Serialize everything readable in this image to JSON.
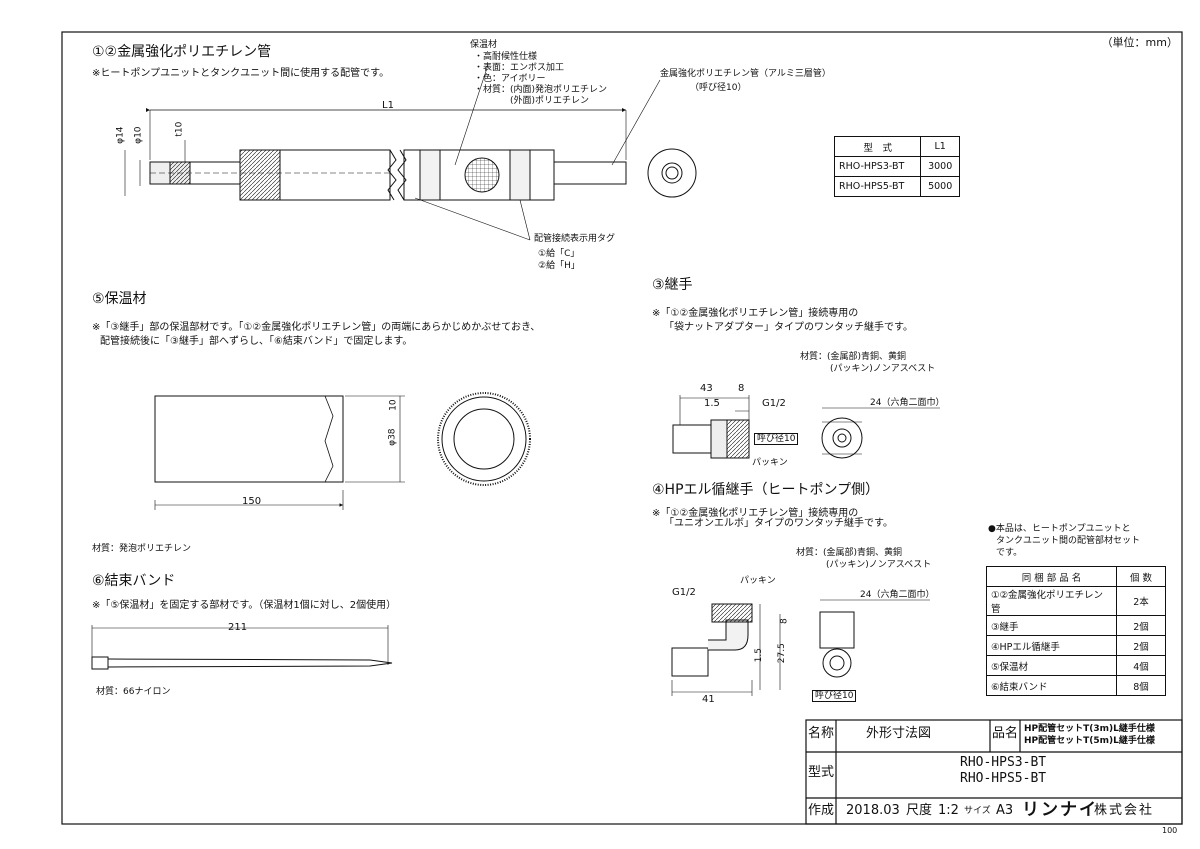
{
  "unit": "（単位：mm）",
  "sec1": {
    "title": "①②金属強化ポリエチレン管",
    "note": "※ヒートポンプユニットとタンクユニット間に使用する配管です。",
    "dim_L1": "L1",
    "dim_d14": "φ14",
    "dim_d10": "φ10",
    "dim_t10": "t10",
    "insulation_title": "保温材",
    "insulation_lines": [
      "・高耐候性仕様",
      "・表面：エンボス加工",
      "・色：アイボリー",
      "・材質：(内面)発泡ポリエチレン",
      "　　　　(外面)ポリエチレン"
    ],
    "pipe_label": "金属強化ポリエチレン管（アルミ三層管）",
    "pipe_size": "（呼び径10）",
    "tag_label": "配管接続表示用タグ",
    "tag_c": "①給「C」",
    "tag_h": "②給「H」"
  },
  "spec_table": {
    "headers": [
      "型　式",
      "L1"
    ],
    "rows": [
      [
        "RHO-HPS3-BT",
        "3000"
      ],
      [
        "RHO-HPS5-BT",
        "5000"
      ]
    ]
  },
  "sec5": {
    "title": "⑤保温材",
    "note1": "※「③継手」部の保温部材です。「①②金属強化ポリエチレン管」の両端にあらかじめかぶせておき、",
    "note2": "配管接続後に「③継手」部へずらし、「⑥結束バンド」で固定します。",
    "dim_150": "150",
    "dim_10": "10",
    "dim_38": "φ38",
    "material": "材質：発泡ポリエチレン"
  },
  "sec6": {
    "title": "⑥結束バンド",
    "note": "※「⑤保温材」を固定する部材です。（保温材1個に対し、2個使用）",
    "dim_211": "211",
    "material": "材質：66ナイロン"
  },
  "sec3": {
    "title": "③継手",
    "note1": "※「①②金属強化ポリエチレン管」接続専用の",
    "note2": "「袋ナットアダプター」タイプのワンタッチ継手です。",
    "mat1": "材質：(金属部)青銅、黄銅",
    "mat2": "(パッキン)ノンアスベスト",
    "dim_43": "43",
    "dim_8": "8",
    "dim_15": "1.5",
    "g12": "G1/2",
    "nominal": "呼び径10",
    "packing": "パッキン",
    "hex": "24（六角二面巾）"
  },
  "sec4": {
    "title": "④HPエル循継手（ヒートポンプ側）",
    "note1": "※「①②金属強化ポリエチレン管」接続専用の",
    "note2": "「ユニオンエルボ」タイプのワンタッチ継手です。",
    "mat1": "材質：(金属部)青銅、黄銅",
    "mat2": "(パッキン)ノンアスベスト",
    "g12": "G1/2",
    "packing": "パッキン",
    "dim_8": "8",
    "dim_15": "1.5",
    "dim_275": "27.5",
    "dim_41": "41",
    "hex": "24（六角二面巾）",
    "nominal": "呼び径10"
  },
  "set_note": [
    "●本品は、ヒートポンプユニットと",
    "タンクユニット間の配管部材セット",
    "です。"
  ],
  "parts": {
    "headers": [
      "同 梱 部 品 名",
      "個 数"
    ],
    "rows": [
      [
        "①②金属強化ポリエチレン管",
        "2本"
      ],
      [
        "③継手",
        "2個"
      ],
      [
        "④HPエル循継手",
        "2個"
      ],
      [
        "⑤保温材",
        "4個"
      ],
      [
        "⑥結束バンド",
        "8個"
      ]
    ]
  },
  "title_block": {
    "name_label": "名称",
    "name_value": "外形寸法図",
    "product_label": "品名",
    "product_lines": [
      "HP配管セットT(3m)L継手仕様",
      "HP配管セットT(5m)L継手仕様"
    ],
    "model_label": "型式",
    "model_lines": [
      "RHO-HPS3-BT",
      "RHO-HPS5-BT"
    ],
    "made_label": "作成",
    "date": "2018.03",
    "scale_label": "尺度",
    "scale": "1:2",
    "size_label": "サイズ",
    "size": "A3",
    "brand": "リンナイ",
    "company": "株式会社"
  },
  "page_no": "100"
}
